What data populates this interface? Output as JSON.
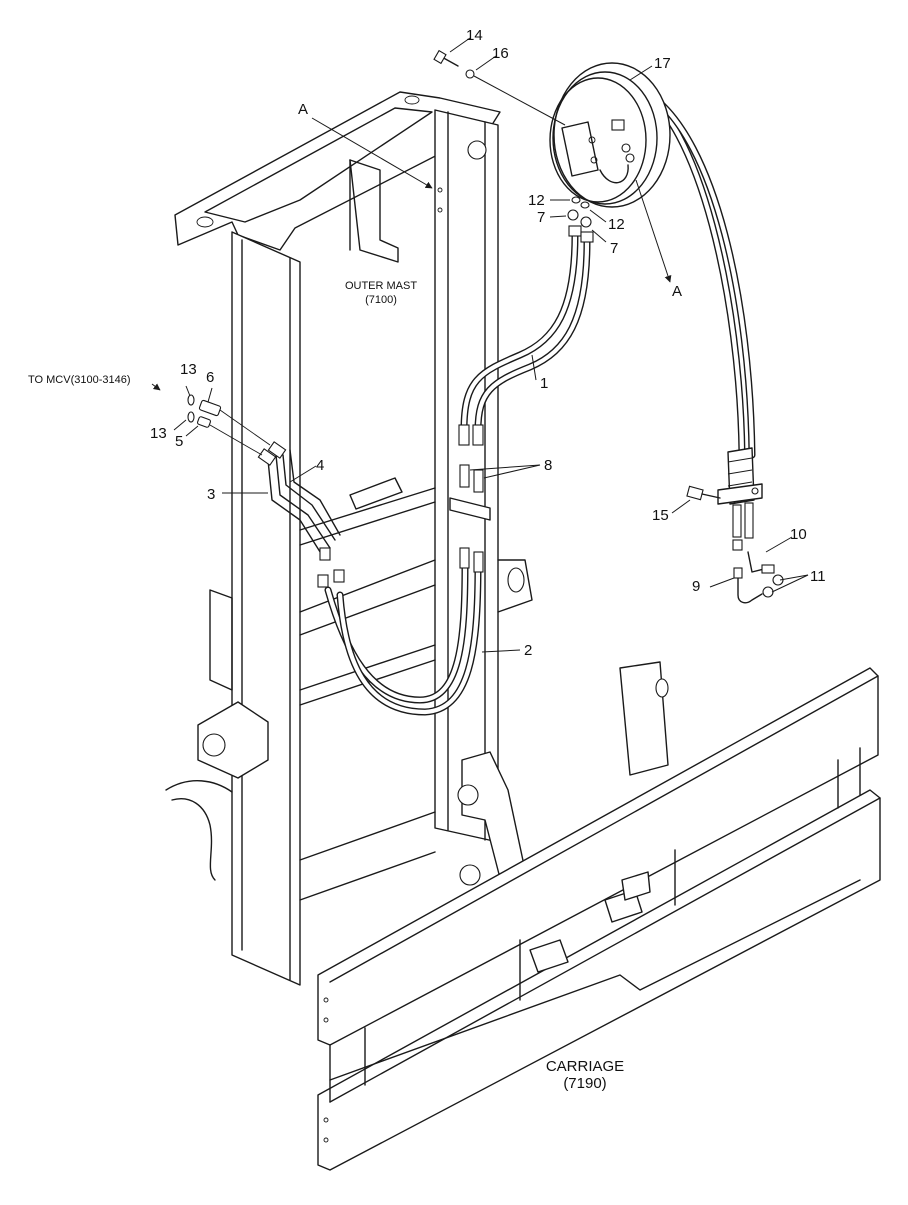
{
  "diagram": {
    "section_a": "A",
    "outer_mast": {
      "name": "OUTER MAST",
      "code": "(7100)"
    },
    "carriage": {
      "name": "CARRIAGE",
      "code": "(7190)"
    },
    "to_mcv": "TO MCV(3100-3146)",
    "callouts": {
      "c1": "1",
      "c2": "2",
      "c3": "3",
      "c4": "4",
      "c5": "5",
      "c6": "6",
      "c7a": "7",
      "c7b": "7",
      "c8": "8",
      "c9": "9",
      "c10": "10",
      "c11": "11",
      "c12a": "12",
      "c12b": "12",
      "c13a": "13",
      "c13b": "13",
      "c14": "14",
      "c15": "15",
      "c16": "16",
      "c17": "17"
    }
  }
}
